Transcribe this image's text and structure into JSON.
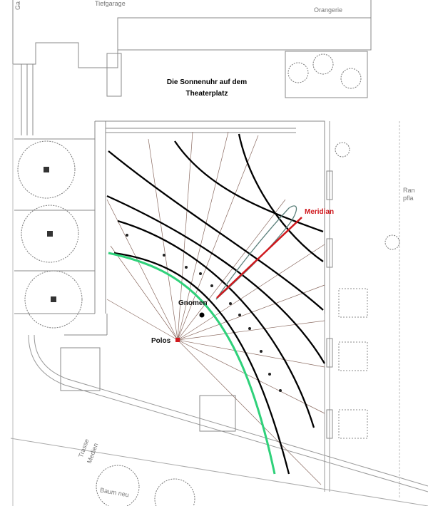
{
  "title": {
    "line1": "Die Sonnenuhr auf dem",
    "line2": "Theaterplatz"
  },
  "labels": {
    "meridian": "Meridian",
    "gnomon": "Gnomen",
    "polos": "Polos"
  },
  "plan_labels": {
    "tiefgarage": "Tiefgarage",
    "orangerie": "Orangerie",
    "garage_cut": "Ga",
    "rand_line1": "Ran",
    "rand_line2": "pfla",
    "trasse_line1": "Trasse",
    "trasse_line2": "Medien",
    "tree_note": "Baum neu"
  },
  "colors": {
    "meridian": "#d0191e",
    "analemma": "#5a7f7a",
    "horizon_curve": "#2fd17a",
    "date_lines": "#000000",
    "hour_lines": "#8a6a60"
  }
}
